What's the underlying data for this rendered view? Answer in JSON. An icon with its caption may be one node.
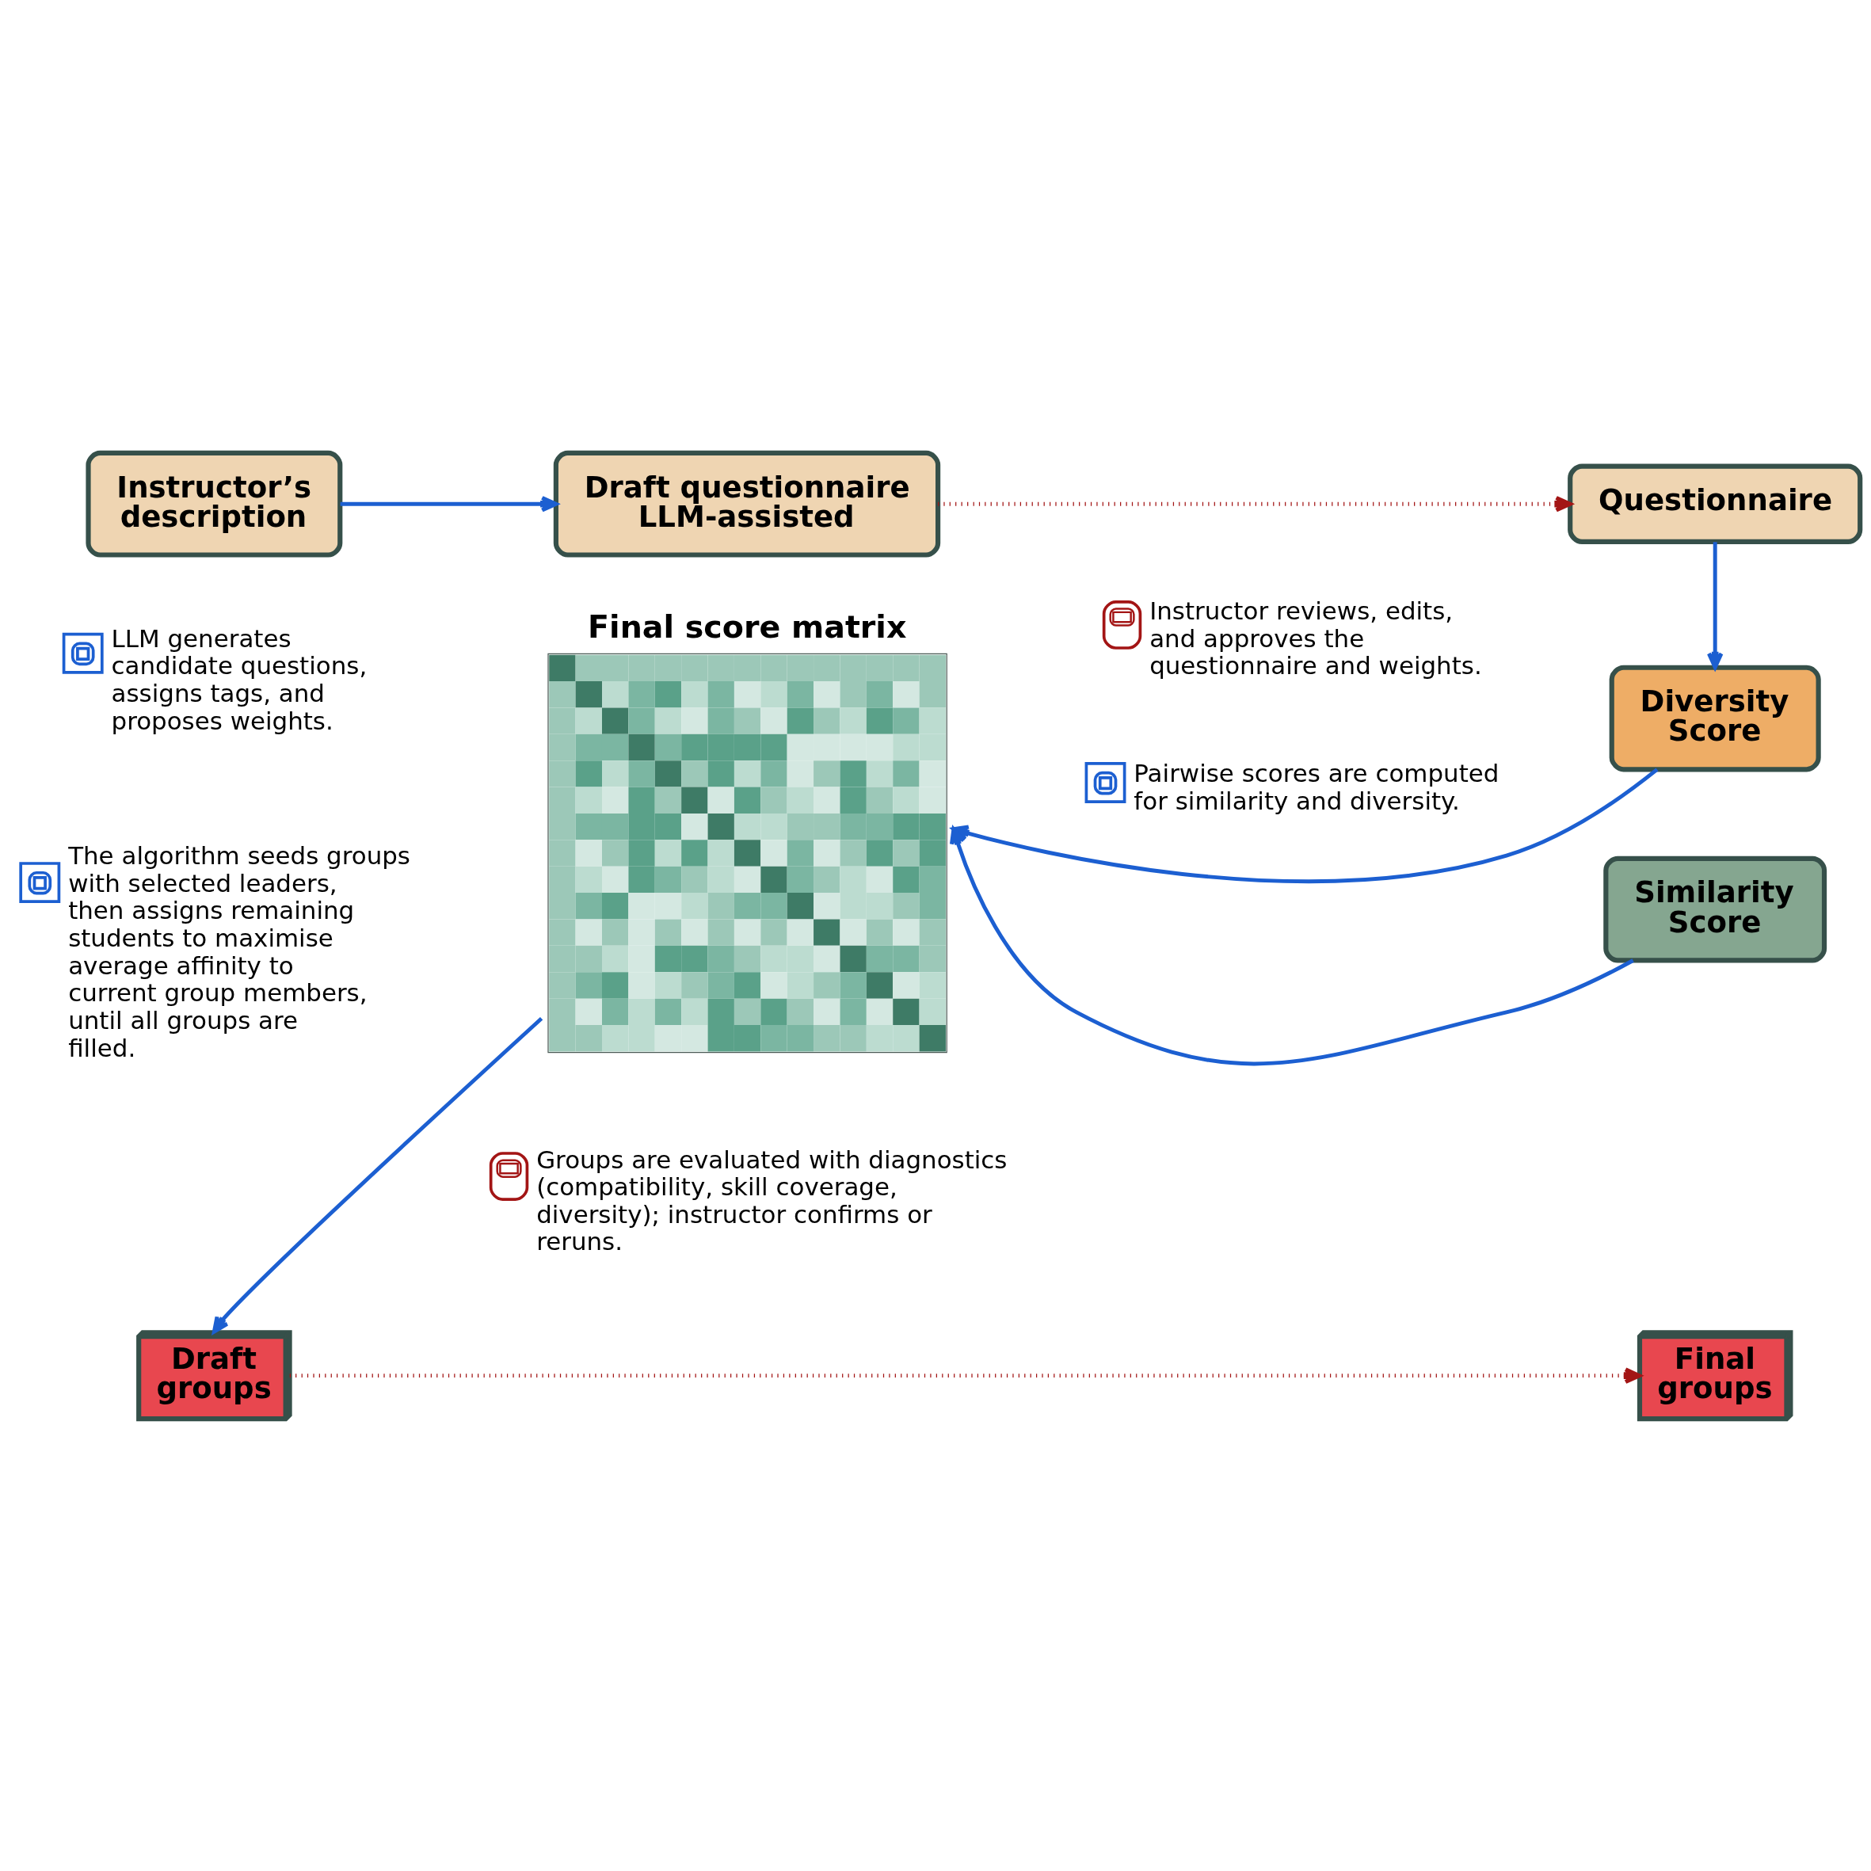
{
  "diagram": {
    "nodes": [
      {
        "text": [
          "Instructor’s description"
        ]
      },
      {
        "text": [
          "Draft questionnaire LLM-assisted"
        ]
      },
      {
        "text": [
          "Questionnaire"
        ]
      },
      {
        "text": [
          "Final score matrix"
        ]
      },
      {
        "text": [
          "Diversity Score"
        ]
      },
      {
        "text": [
          "Similarity Score"
        ]
      },
      {
        "text": [
          "Draft groups"
        ]
      },
      {
        "text": [
          "Final groups"
        ]
      }
    ],
    "edges": [
      {
        "from": 0,
        "to": 1,
        "arrow": "to"
      },
      {
        "from": 1,
        "to": 2,
        "arrow": "to",
        "style": "dashed",
        "color": "#a31515"
      },
      {
        "from": 2,
        "to": 4,
        "arrow": "to"
      },
      {
        "from": 4,
        "to": 3,
        "arrow": "to"
      },
      {
        "from": 5,
        "to": 3,
        "arrow": "to"
      },
      {
        "from": 3,
        "to": 6,
        "arrow": "to"
      },
      {
        "from": 6,
        "to": 7,
        "arrow": "to",
        "style": "dashed",
        "color": "#a31515"
      }
    ],
    "labels": [
      "LLM generates candidate questions, assigns tags, and proposes weights.",
      "Instructor reviews, edits, and approves the questionnaire and weights.",
      "Pairwise scores are computed for similarity and diversity.",
      "The algorithm seeds groups with selected leaders, then assigns remaining students to maximise average affinity to current group members, until all groups are filled.",
      "Groups are evaluated with diagnostics (compatibility, skill coverage, diversity); instructor confirms or reruns."
    ]
  }
}
